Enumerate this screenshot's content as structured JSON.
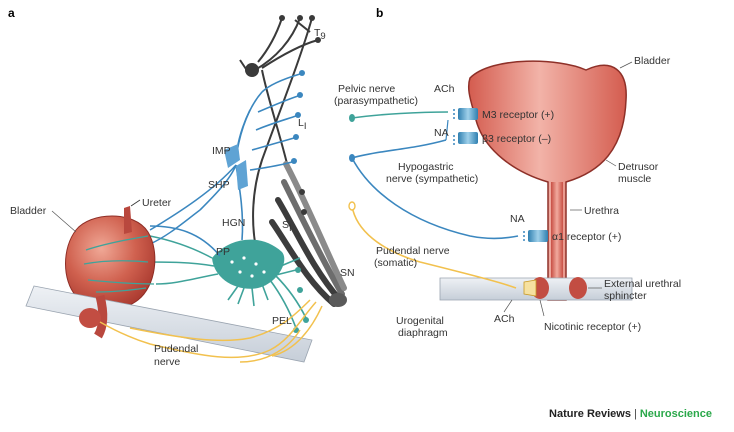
{
  "panels": {
    "a": "a",
    "b": "b"
  },
  "panel_a": {
    "bladder": "Bladder",
    "ureter": "Ureter",
    "imp": "IMP",
    "shp": "SHP",
    "hgn": "HGN",
    "pp": "PP",
    "pel": "PEL",
    "sn": "SN",
    "t9": "T",
    "t9_sub": "9",
    "l1": "L",
    "l1_sub": "I",
    "s1": "S",
    "s1_sub": "I",
    "pudendal_nerve_1": "Pudendal",
    "pudendal_nerve_2": "nerve"
  },
  "panel_b": {
    "bladder": "Bladder",
    "pelvic_nerve_1": "Pelvic nerve",
    "pelvic_nerve_2": "(parasympathetic)",
    "ach_top": "ACh",
    "na_top": "NA",
    "m3_receptor": "M3 receptor (+)",
    "beta3_receptor": "β3 receptor (–)",
    "hypogastric_1": "Hypogastric",
    "hypogastric_2": "nerve (sympathetic)",
    "detrusor_1": "Detrusor",
    "detrusor_2": "muscle",
    "na_mid": "NA",
    "urethra": "Urethra",
    "alpha1_receptor": "α1 receptor (+)",
    "pudendal_1": "Pudendal nerve",
    "pudendal_2": "(somatic)",
    "ext_sphincter_1": "External urethral",
    "ext_sphincter_2": "sphincter",
    "ach_bottom": "ACh",
    "urogenital_1": "Urogenital",
    "urogenital_2": "diaphragm",
    "nicotinic_receptor": "Nicotinic receptor (+)"
  },
  "credit": {
    "publisher": "Nature Reviews",
    "separator": "|",
    "journal": "Neuroscience"
  },
  "colors": {
    "bladder": "#cd5b4e",
    "bladder_light": "#e58a78",
    "parasympathetic": "#3fa39a",
    "sympathetic": "#3b87bf",
    "somatic": "#f2c14e",
    "spinal": "#3a3a3a",
    "diaphragm": "#dde3ea",
    "journal_green": "#2aa84a"
  }
}
